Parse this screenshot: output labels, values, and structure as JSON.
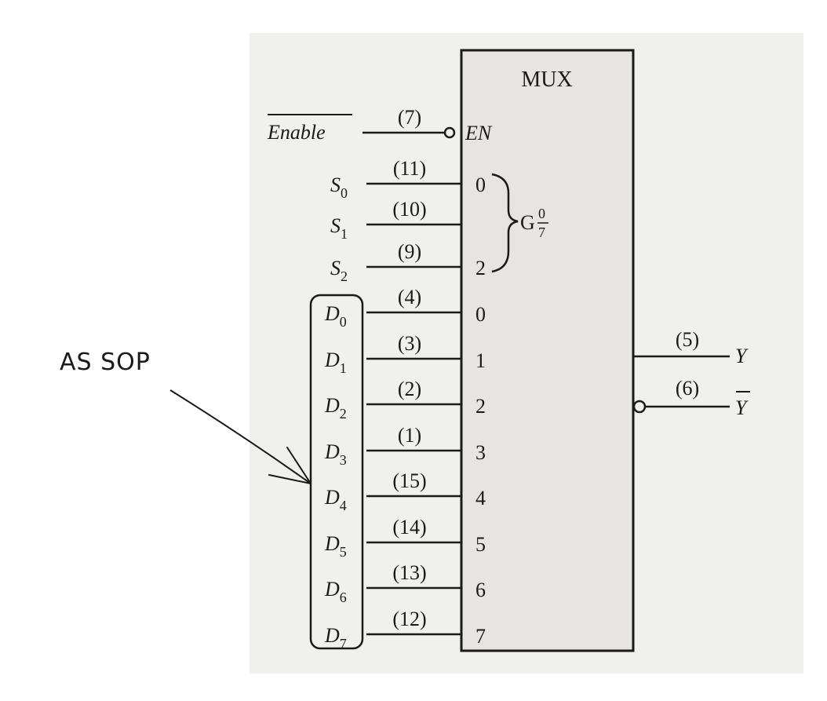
{
  "mux": {
    "title": "MUX",
    "enable": {
      "name": "Enable",
      "pin": "(7)",
      "label": "EN"
    },
    "selects": [
      {
        "name": "S",
        "sub": "0",
        "pin": "(11)",
        "label": "0"
      },
      {
        "name": "S",
        "sub": "1",
        "pin": "(10)",
        "label": ""
      },
      {
        "name": "S",
        "sub": "2",
        "pin": "(9)",
        "label": "2"
      }
    ],
    "group_label": {
      "main": "G",
      "sup": "0",
      "sub": "7"
    },
    "data_inputs": [
      {
        "name": "D",
        "sub": "0",
        "pin": "(4)",
        "label": "0"
      },
      {
        "name": "D",
        "sub": "1",
        "pin": "(3)",
        "label": "1"
      },
      {
        "name": "D",
        "sub": "2",
        "pin": "(2)",
        "label": "2"
      },
      {
        "name": "D",
        "sub": "3",
        "pin": "(1)",
        "label": "3"
      },
      {
        "name": "D",
        "sub": "4",
        "pin": "(15)",
        "label": "4"
      },
      {
        "name": "D",
        "sub": "5",
        "pin": "(14)",
        "label": "5"
      },
      {
        "name": "D",
        "sub": "6",
        "pin": "(13)",
        "label": "6"
      },
      {
        "name": "D",
        "sub": "7",
        "pin": "(12)",
        "label": "7"
      }
    ],
    "outputs": [
      {
        "name": "Y",
        "pin": "(5)",
        "inverted": false
      },
      {
        "name": "Y",
        "pin": "(6)",
        "inverted": true
      }
    ]
  },
  "annotation": {
    "text": "AS SOP"
  },
  "colors": {
    "ink": "#1a1a1a",
    "page": "#f2f1ef",
    "mux_fill": "#e6e5e2",
    "background": "#ffffff"
  }
}
